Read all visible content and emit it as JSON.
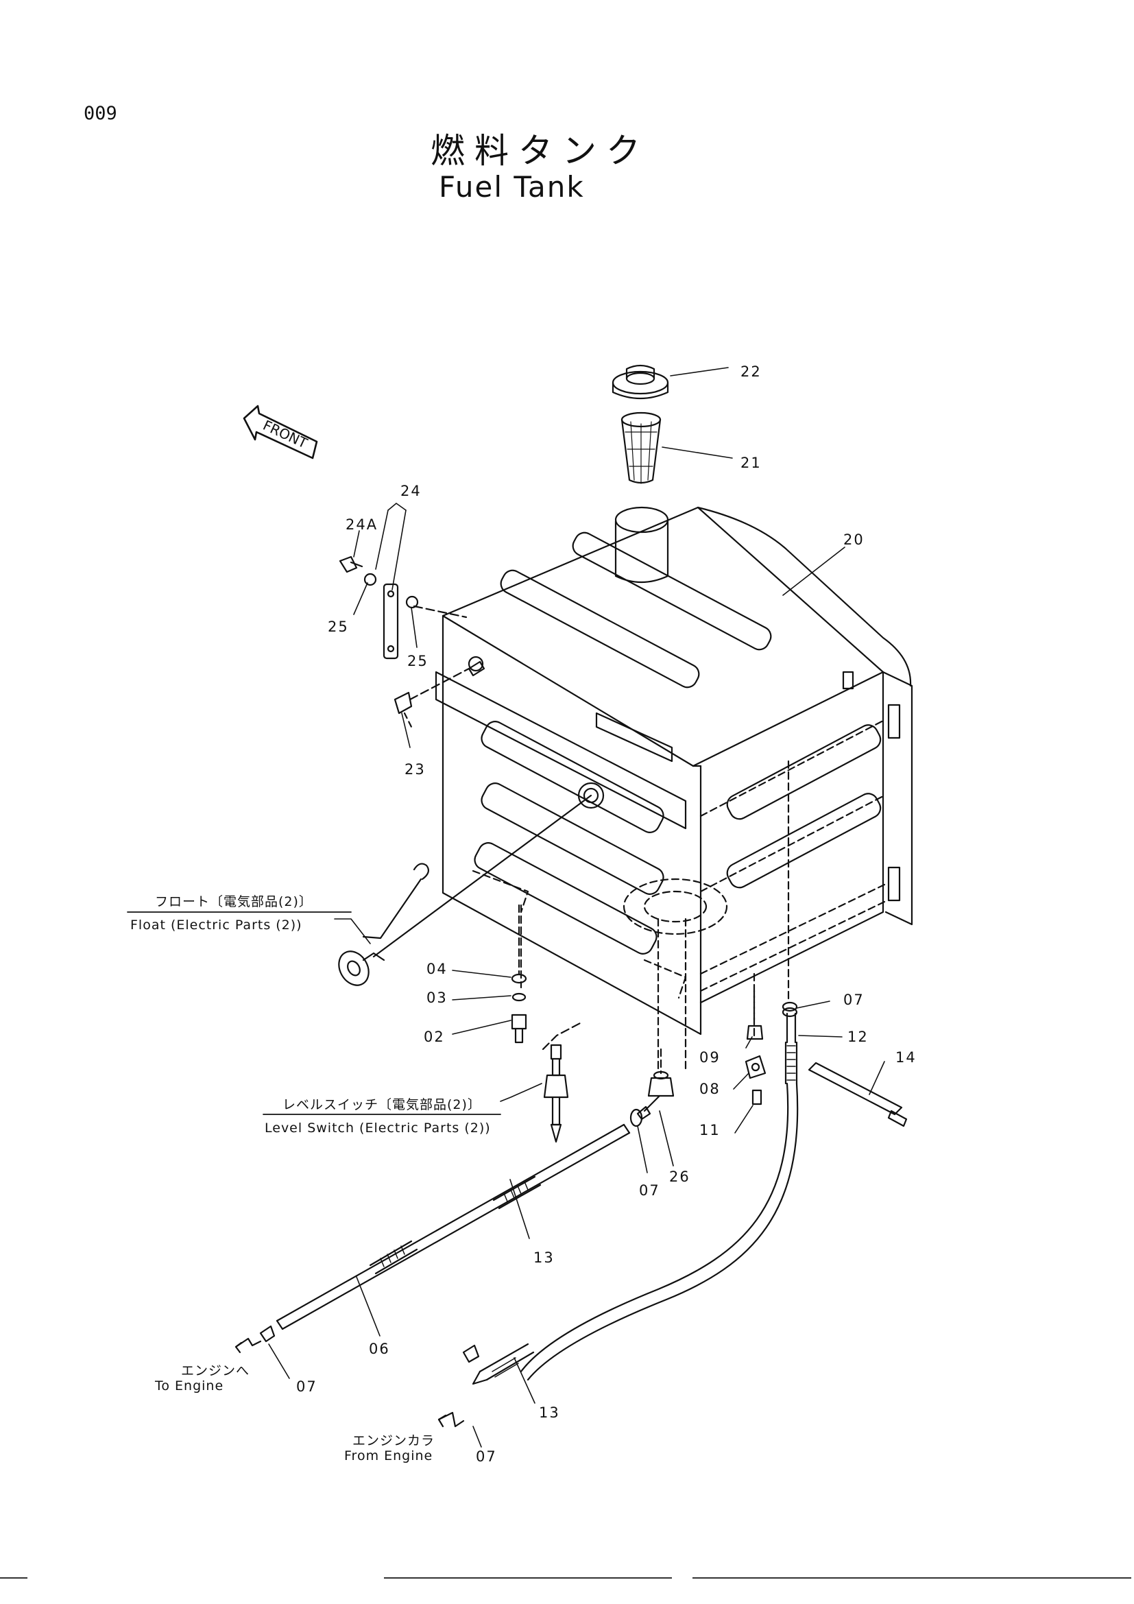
{
  "page_number": "009",
  "title": {
    "ja": "燃料タンク",
    "en": "Fuel Tank"
  },
  "front_arrow_text": "FRONT",
  "part_numbers": {
    "p22": "22",
    "p21": "21",
    "p20": "20",
    "p24": "24",
    "p24a": "24A",
    "p25a": "25",
    "p25b": "25",
    "p23": "23",
    "p04": "04",
    "p03": "03",
    "p02": "02",
    "p07a": "07",
    "p12": "12",
    "p14": "14",
    "p09": "09",
    "p08": "08",
    "p11": "11",
    "p26": "26",
    "p07b": "07",
    "p13a": "13",
    "p06": "06",
    "p07c": "07",
    "p13b": "13",
    "p07d": "07"
  },
  "callouts": {
    "float_ja": "フロート〔電気部品(2)〕",
    "float_en": "Float (Electric Parts (2))",
    "level_ja": "レベルスイッチ〔電気部品(2)〕",
    "level_en": "Level Switch (Electric Parts (2))",
    "to_engine_ja": "エンジンへ",
    "to_engine_en": "To Engine",
    "from_engine_ja": "エンジンカラ",
    "from_engine_en": "From Engine"
  }
}
